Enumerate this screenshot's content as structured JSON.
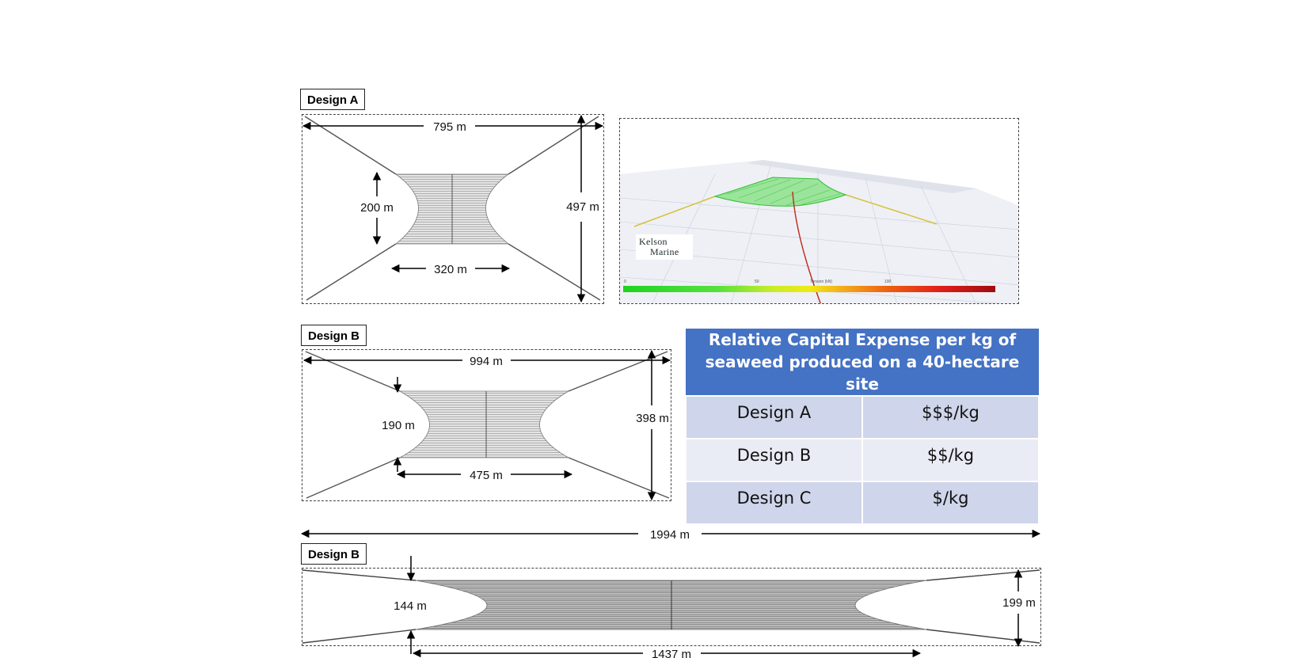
{
  "design_a": {
    "label": "Design A",
    "width_dim": "795 m",
    "height_dim": "497 m",
    "waist_dim": "200 m",
    "farm_length_dim": "320 m"
  },
  "render": {
    "logo_line1": "Kelson",
    "logo_line2": "Marine",
    "legend_ticks": [
      "0",
      "50",
      "Tension (kN)",
      "100"
    ]
  },
  "design_b": {
    "label": "Design B",
    "width_dim": "994 m",
    "height_dim": "398 m",
    "waist_dim": "190 m",
    "farm_length_dim": "475 m"
  },
  "design_c": {
    "label": "Design B",
    "overall_dim": "1994 m",
    "height_dim": "199 m",
    "waist_dim": "144 m",
    "farm_length_dim": "1437 m"
  },
  "table": {
    "header": "Relative Capital Expense per kg of seaweed produced on a 40-hectare site",
    "rows": [
      {
        "design": "Design A",
        "cost": "$$$/kg"
      },
      {
        "design": "Design B",
        "cost": "$$/kg"
      },
      {
        "design": "Design C",
        "cost": "$/kg"
      }
    ]
  },
  "colors": {
    "table_header": "#4472c4",
    "table_row_dark": "#cfd5ea",
    "table_row_light": "#e9ebf5",
    "farm_mesh": "#7a7a7a",
    "render_mesh": "#33cc33",
    "mooring_line": "#d6c238"
  }
}
